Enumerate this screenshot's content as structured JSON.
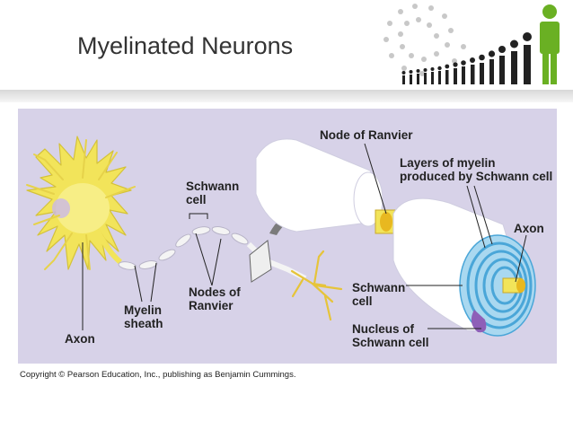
{
  "slide": {
    "title": "Myelinated Neurons",
    "copyright": "Copyright © Pearson Education, Inc., publishing as Benjamin Cummings."
  },
  "labels": {
    "node_of_ranvier": "Node of Ranvier",
    "layers_of_myelin": "Layers of myelin\nproduced by Schwann cell",
    "axon_right": "Axon",
    "schwann_cell_top": "Schwann\ncell",
    "schwann_cell_right": "Schwann\ncell",
    "nodes_of_ranvier": "Nodes of\nRanvier",
    "myelin_sheath": "Myelin\nsheath",
    "axon_left": "Axon",
    "nucleus": "Nucleus of\nSchwann cell"
  },
  "colors": {
    "figure_background": "#d7d2e8",
    "neuron_yellow": "#f2e45a",
    "myelin_blue": "#4aa6d8",
    "logo_green": "#6ab023"
  }
}
